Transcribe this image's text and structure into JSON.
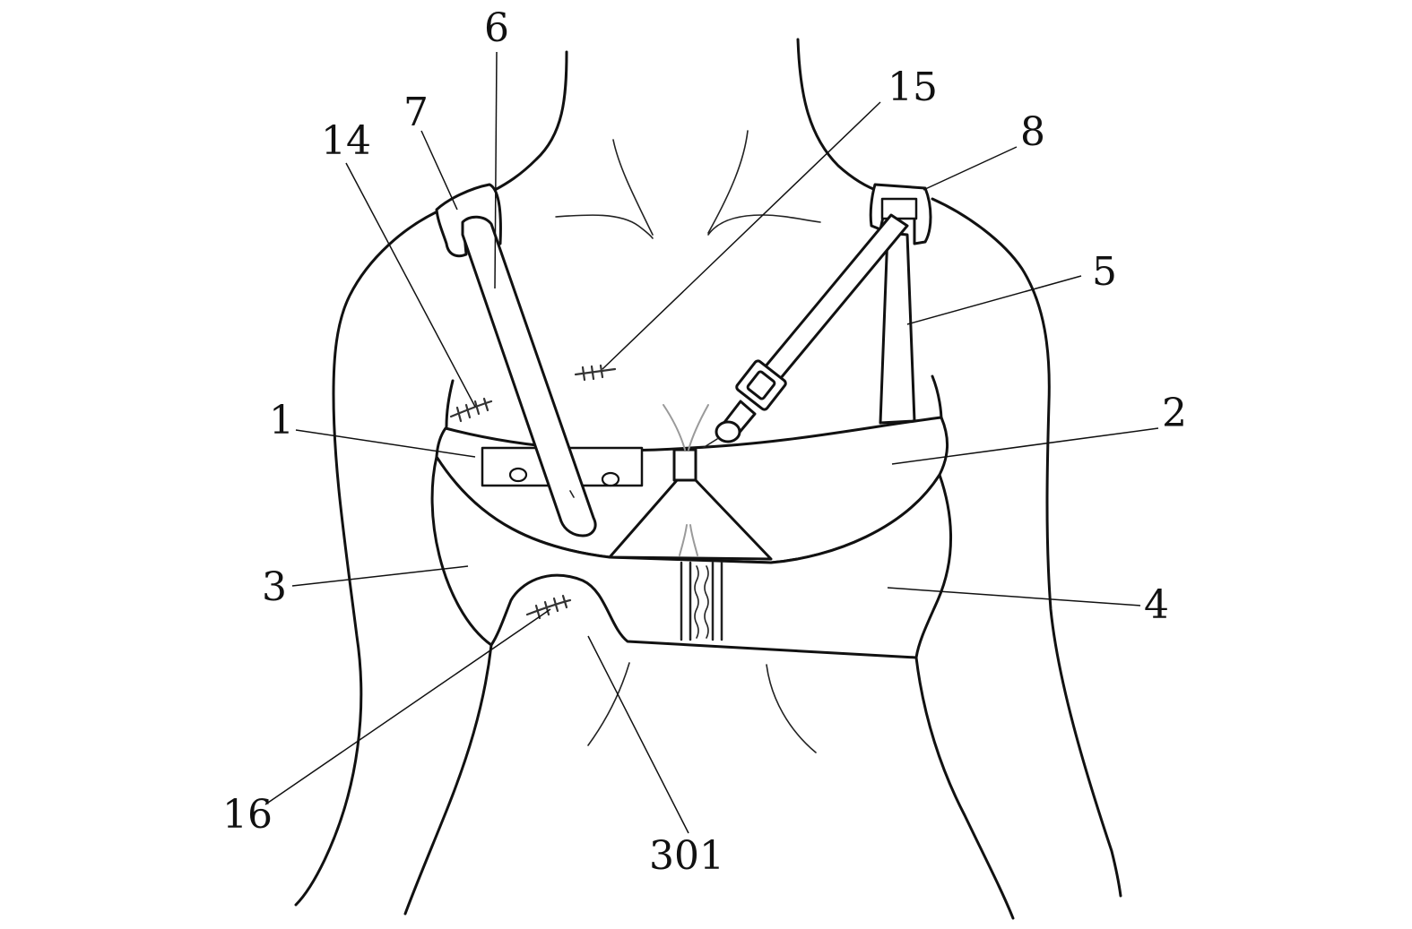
{
  "figure": {
    "callouts": [
      {
        "id": "c1",
        "text": "1"
      },
      {
        "id": "c2",
        "text": "2"
      },
      {
        "id": "c3",
        "text": "3"
      },
      {
        "id": "c4",
        "text": "4"
      },
      {
        "id": "c5",
        "text": "5"
      },
      {
        "id": "c6",
        "text": "6"
      },
      {
        "id": "c7",
        "text": "7"
      },
      {
        "id": "c8",
        "text": "8"
      },
      {
        "id": "c14",
        "text": "14"
      },
      {
        "id": "c15",
        "text": "15"
      },
      {
        "id": "c16",
        "text": "16"
      },
      {
        "id": "c301",
        "text": "301"
      }
    ]
  }
}
